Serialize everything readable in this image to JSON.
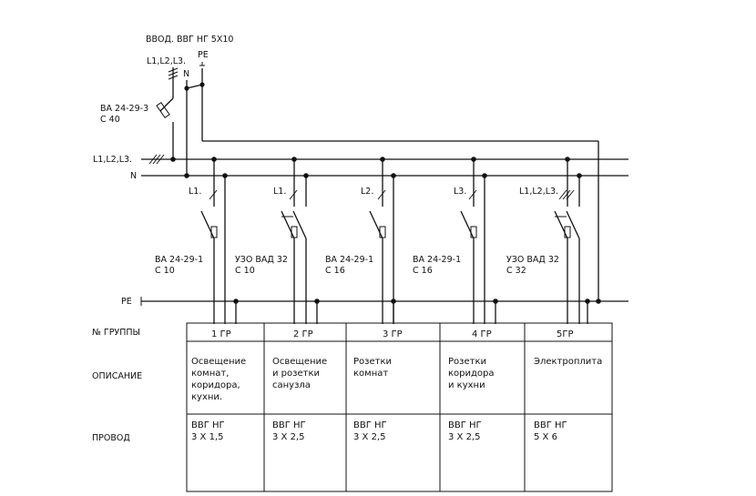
{
  "input": {
    "label": "ВВОД. ВВГ НГ 5Х10",
    "phases": "L1,L2,L3.",
    "neutral": "N",
    "pe": "PE"
  },
  "main_breaker": {
    "model": "ВА 24-29-3",
    "rating": "С 40"
  },
  "buses": {
    "phase": "L1,L2,L3.",
    "neutral": "N",
    "pe": "PE"
  },
  "groups": [
    {
      "phase": "L1.",
      "device": "ВА 24-29-1",
      "rating": "С 10",
      "number": "1 ГР",
      "description": [
        "Освещение",
        "комнат,",
        "коридора,",
        "кухни."
      ],
      "cable": [
        "ВВГ НГ",
        "3 Х 1,5"
      ]
    },
    {
      "phase": "L1.",
      "device": "УЗО ВАД 32",
      "rating": "С 10",
      "number": "2 ГР",
      "description": [
        "Освещение",
        "и розетки",
        "санузла"
      ],
      "cable": [
        "ВВГ НГ",
        "3 Х 2,5"
      ]
    },
    {
      "phase": "L2.",
      "device": "ВА 24-29-1",
      "rating": "С 16",
      "number": "3 ГР",
      "description": [
        "Розетки",
        "комнат"
      ],
      "cable": [
        "ВВГ НГ",
        "3 Х 2,5"
      ]
    },
    {
      "phase": "L3.",
      "device": "ВА 24-29-1",
      "rating": "С 16",
      "number": "4 ГР",
      "description": [
        "Розетки",
        "коридора",
        "и кухни"
      ],
      "cable": [
        "ВВГ НГ",
        "3 Х 2,5"
      ]
    },
    {
      "phase": "L1,L2,L3.",
      "device": "УЗО ВАД 32",
      "rating": "С 32",
      "number": "5ГР",
      "description": [
        "Электроплита"
      ],
      "cable": [
        "ВВГ НГ",
        "5 Х 6"
      ]
    }
  ],
  "table": {
    "row_group": "№ ГРУППЫ",
    "row_description": "ОПИСАНИЕ",
    "row_cable": "ПРОВОД"
  }
}
